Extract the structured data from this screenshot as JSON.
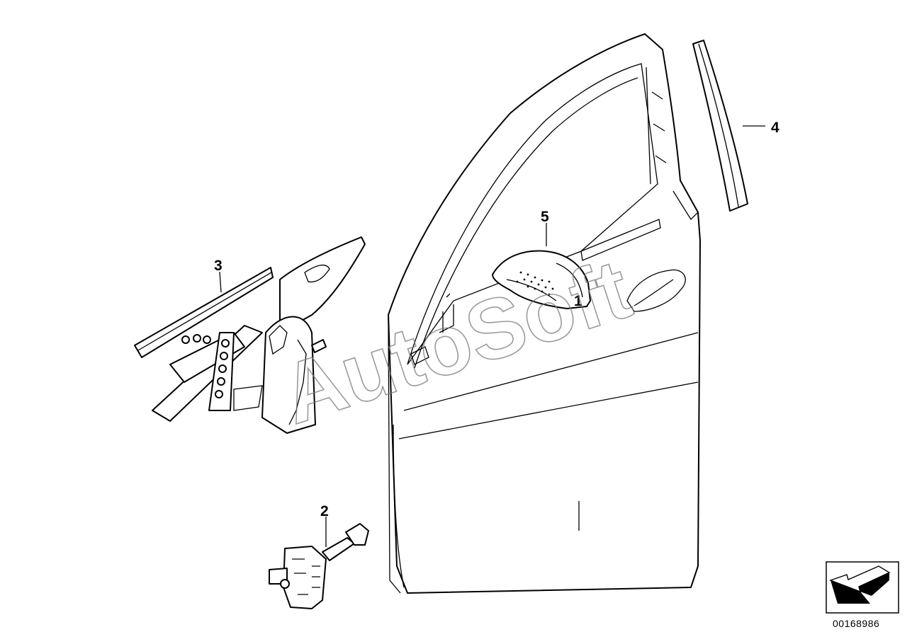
{
  "callouts": [
    {
      "id": "1",
      "label": "1"
    },
    {
      "id": "2",
      "label": "2"
    },
    {
      "id": "3",
      "label": "3"
    },
    {
      "id": "4",
      "label": "4"
    },
    {
      "id": "5",
      "label": "5"
    }
  ],
  "watermark": "AutoSoft",
  "diagram_id": "00168986",
  "colors": {
    "line": "#000000",
    "background": "#ffffff",
    "watermark": "#7a7a7a"
  },
  "icons": {
    "nav": "direction-arrow-icon"
  }
}
